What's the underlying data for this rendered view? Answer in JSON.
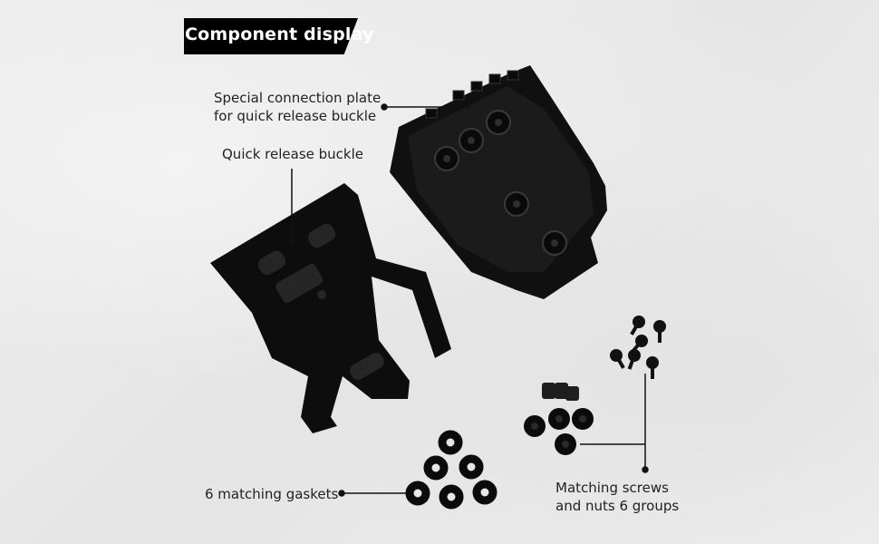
{
  "title": "Component display",
  "labels": {
    "plate_line1": "Special connection plate",
    "plate_line2": "for quick release buckle",
    "buckle": "Quick release buckle",
    "gaskets": "6 matching gaskets",
    "screws_line1": "Matching screws",
    "screws_line2": "and nuts 6 groups"
  },
  "colors": {
    "background": "#e9e9e9",
    "parts": "#0b0b0b",
    "leader": "#111111",
    "title_bg": "#000000",
    "title_text": "#ffffff"
  }
}
